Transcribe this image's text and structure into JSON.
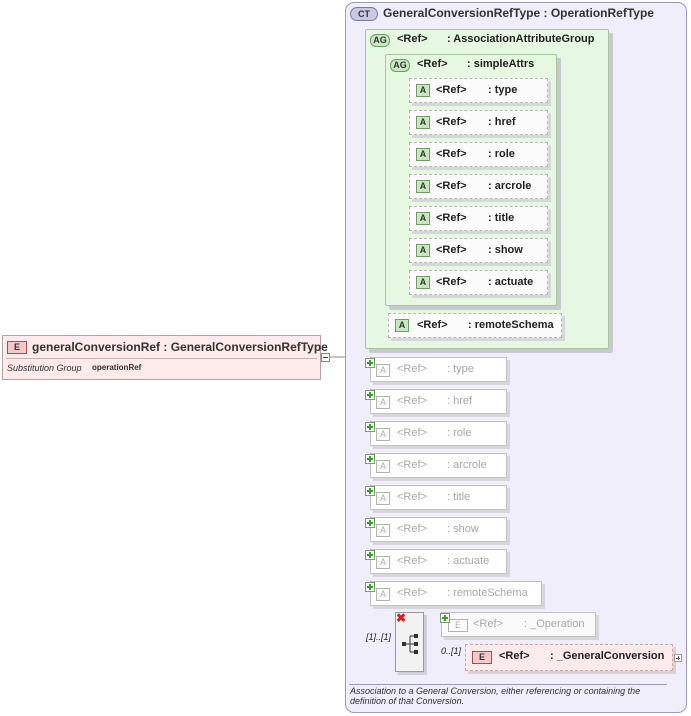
{
  "complex_type": {
    "badge": "CT",
    "title": "GeneralConversionRefType : OperationRefType"
  },
  "root_element": {
    "badge": "E",
    "title": "generalConversionRef : GeneralConversionRefType",
    "substitution_label": "Substitution Group",
    "substitution_value": "operationRef"
  },
  "attribute_groups": [
    {
      "badge": "AG",
      "ref": "<Ref>",
      "name": ": AssociationAttributeGroup"
    },
    {
      "badge": "AG",
      "ref": "<Ref>",
      "name": ": simpleAttrs"
    }
  ],
  "inner_attributes": [
    {
      "badge": "A",
      "ref": "<Ref>",
      "name": ": type"
    },
    {
      "badge": "A",
      "ref": "<Ref>",
      "name": ": href"
    },
    {
      "badge": "A",
      "ref": "<Ref>",
      "name": ": role"
    },
    {
      "badge": "A",
      "ref": "<Ref>",
      "name": ": arcrole"
    },
    {
      "badge": "A",
      "ref": "<Ref>",
      "name": ": title"
    },
    {
      "badge": "A",
      "ref": "<Ref>",
      "name": ": show"
    },
    {
      "badge": "A",
      "ref": "<Ref>",
      "name": ": actuate"
    }
  ],
  "remote_schema_attr": {
    "badge": "A",
    "ref": "<Ref>",
    "name": ": remoteSchema"
  },
  "inherited_attributes": [
    {
      "badge": "A",
      "ref": "<Ref>",
      "name": ": type"
    },
    {
      "badge": "A",
      "ref": "<Ref>",
      "name": ": href"
    },
    {
      "badge": "A",
      "ref": "<Ref>",
      "name": ": role"
    },
    {
      "badge": "A",
      "ref": "<Ref>",
      "name": ": arcrole"
    },
    {
      "badge": "A",
      "ref": "<Ref>",
      "name": ": title"
    },
    {
      "badge": "A",
      "ref": "<Ref>",
      "name": ": show"
    },
    {
      "badge": "A",
      "ref": "<Ref>",
      "name": ": actuate"
    },
    {
      "badge": "A",
      "ref": "<Ref>",
      "name": ": remoteSchema"
    }
  ],
  "choice": {
    "multiplicity": "[1]..[1]"
  },
  "elements": [
    {
      "badge": "E",
      "ref": "<Ref>",
      "name": ": _Operation",
      "multiplicity": ""
    },
    {
      "badge": "E",
      "ref": "<Ref>",
      "name": ": _GeneralConversion",
      "multiplicity": "0..[1]"
    }
  ],
  "annotation": "Association to a General Conversion, either referencing or containing the definition of that Conversion."
}
